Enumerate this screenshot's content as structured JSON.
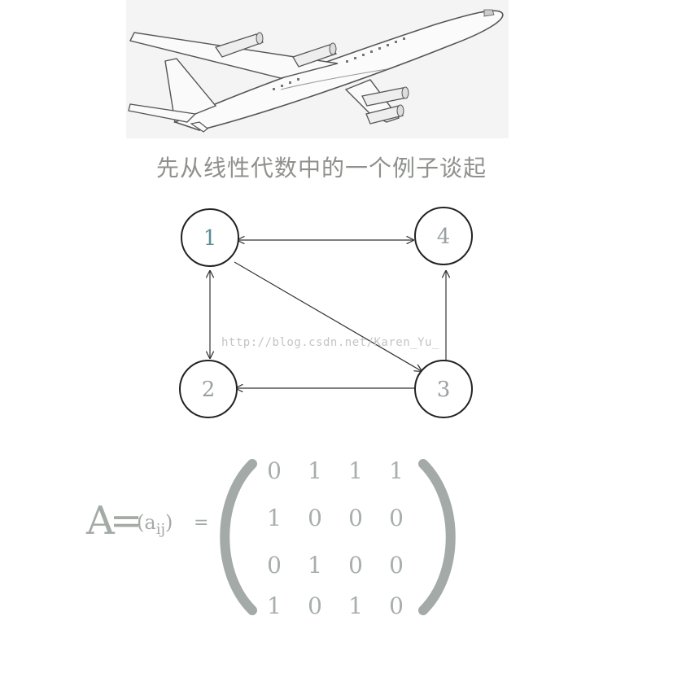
{
  "caption": "先从线性代数中的一个例子谈起",
  "graph": {
    "nodes": [
      {
        "id": "1",
        "label": "1"
      },
      {
        "id": "2",
        "label": "2"
      },
      {
        "id": "3",
        "label": "3"
      },
      {
        "id": "4",
        "label": "4"
      }
    ],
    "edges": [
      {
        "from": "1",
        "to": "2",
        "bidirectional": true
      },
      {
        "from": "1",
        "to": "4",
        "bidirectional": true
      },
      {
        "from": "1",
        "to": "3",
        "bidirectional": false
      },
      {
        "from": "3",
        "to": "2",
        "bidirectional": false
      },
      {
        "from": "3",
        "to": "4",
        "bidirectional": false
      }
    ]
  },
  "watermark": "http://blog.csdn.net/Karen_Yu_",
  "formula": {
    "A": "A",
    "eq1": "=",
    "paren_open": "(",
    "a": "a",
    "sub": "ij",
    "paren_close": ")",
    "eq2": "=",
    "matrix": [
      [
        "0",
        "1",
        "1",
        "1"
      ],
      [
        "1",
        "0",
        "0",
        "0"
      ],
      [
        "0",
        "1",
        "0",
        "0"
      ],
      [
        "1",
        "0",
        "1",
        "0"
      ]
    ]
  },
  "colors": {
    "node_label_1": "#5f8c96",
    "node_label_other": "#9aa0a2",
    "matrix_bracket": "#a4aaa8",
    "caption": "#8f918c"
  }
}
